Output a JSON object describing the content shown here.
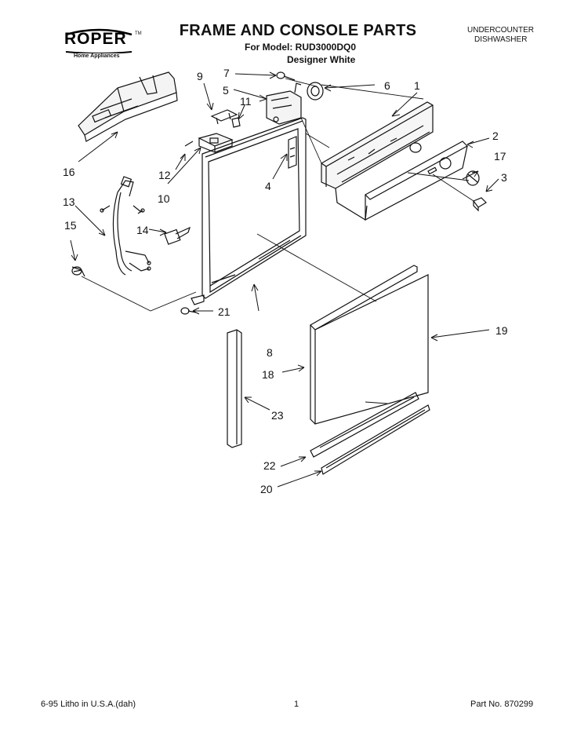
{
  "brand": {
    "logo": "ROPER",
    "trademark": "TM",
    "tagline": "Home Appliances"
  },
  "header": {
    "title": "FRAME AND CONSOLE PARTS",
    "model_line": "For Model: RUD3000DQ0",
    "color_line": "Designer White",
    "category_line1": "UNDERCOUNTER",
    "category_line2": "DISHWASHER"
  },
  "callouts": {
    "c1": "1",
    "c2": "2",
    "c3": "3",
    "c4": "4",
    "c5": "5",
    "c6": "6",
    "c7": "7",
    "c8": "8",
    "c9": "9",
    "c10": "10",
    "c11": "11",
    "c12": "12",
    "c13": "13",
    "c14": "14",
    "c15": "15",
    "c16": "16",
    "c17": "17",
    "c18": "18",
    "c19": "19",
    "c20": "20",
    "c21": "21",
    "c22": "22",
    "c23": "23"
  },
  "footer": {
    "left": "6-95  Litho in U.S.A.(dah)",
    "page": "1",
    "part_no": "Part No. 870299"
  }
}
